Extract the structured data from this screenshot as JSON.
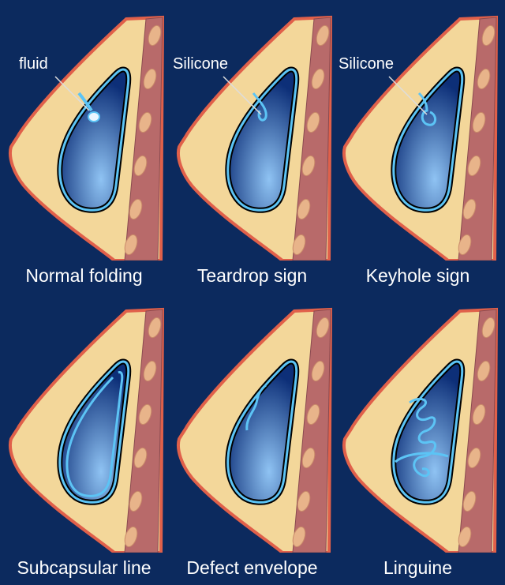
{
  "title": "Breast implant rupture signs",
  "panels": [
    {
      "label": "Normal folding",
      "callout": "fluid",
      "variant": "fluid"
    },
    {
      "label": "Teardrop sign",
      "callout": "Silicone",
      "variant": "teardrop"
    },
    {
      "label": "Keyhole sign",
      "callout": "Silicone",
      "variant": "keyhole"
    },
    {
      "label": "Subcapsular line",
      "variant": "subcapsular"
    },
    {
      "label": "Defect envelope",
      "variant": "defect"
    },
    {
      "label": "Linguine",
      "variant": "linguine"
    }
  ],
  "colors": {
    "background": "#0c2a5e",
    "skin": "#f3d79a",
    "skin_border": "#e0604a",
    "muscle": "#b86a6a",
    "rib": "#e8b48a",
    "implant_dark": "#0d2f78",
    "implant_light": "#8fc3f3",
    "shell": "#5cc4f5"
  }
}
